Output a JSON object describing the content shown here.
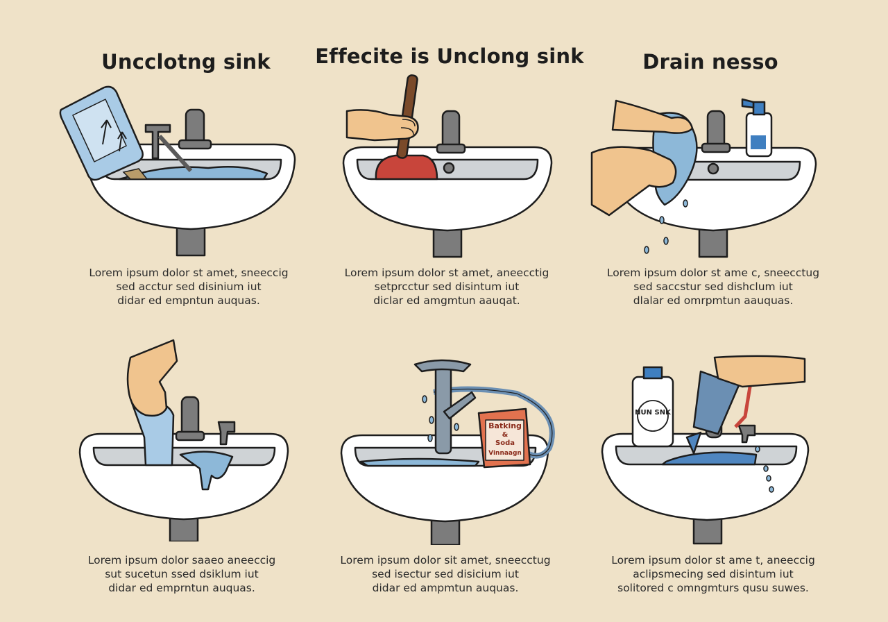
{
  "colors": {
    "background": "#efe2c8",
    "sink": "#ffffff",
    "outline": "#1d1d1d",
    "water": "#8db8d8",
    "skin": "#f0c48e",
    "faucet": "#7c7c7c",
    "plunger": "#c8453b",
    "box": "#e2724f"
  },
  "titles": {
    "panel1": "Uncclotng sink",
    "panel2": "Effecite is Unclong sink",
    "panel3": "Drain nesso"
  },
  "labels": {
    "box_line1": "Batking",
    "box_line2": "&",
    "box_line3": "Soda",
    "box_line4": "Vinnaagn",
    "bottle": "NUN SNK"
  },
  "captions": [
    {
      "l1": "Lorem ipsum dolor st amet, sneeccig",
      "l2": "sed acctur sed disinium iut",
      "l3": "didar ed empntun auquas."
    },
    {
      "l1": "Lorem ipsum dolor st amet, aneecctig",
      "l2": "setprcctur sed disintum iut",
      "l3": "diclar ed amgmtun aauqat."
    },
    {
      "l1": "Lorem ipsum dolor st ame c, sneecctug",
      "l2": "sed saccstur sed dishclum iut",
      "l3": "dlalar ed omrpmtun aauquas."
    },
    {
      "l1": "Lorem ipsum dolor saaeo aneeccig",
      "l2": "sut sucetun ssed dsiklum iut",
      "l3": "didar ed emprntun auquas."
    },
    {
      "l1": "Lorem ipsum dolor sit amet, sneecctug",
      "l2": "sed isectur sed disicium iut",
      "l3": "didar ed ampmtun auquas."
    },
    {
      "l1": "Lorem ipsum dolor st ame t, aneeccig",
      "l2": "aclipsmecing sed disintum iut",
      "l3": "solitored c omngmturs qusu suwes."
    }
  ]
}
